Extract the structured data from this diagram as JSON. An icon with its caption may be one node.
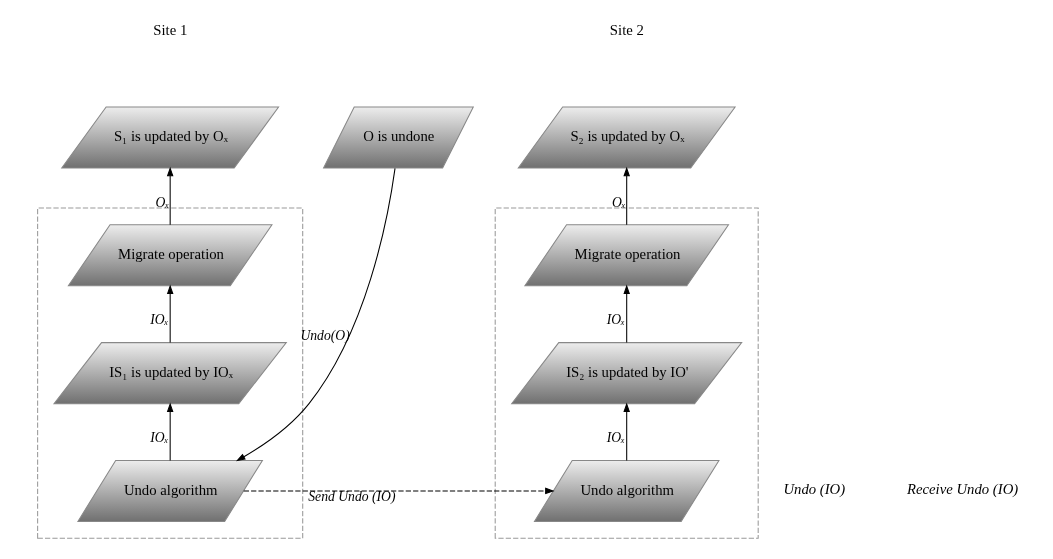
{
  "diagram": {
    "nodes": [
      {
        "text": [
          "O is undone"
        ]
      },
      {
        "text": [
          "S₁ is updated by Oₓ"
        ]
      },
      {
        "text": [],
        "shape": "box"
      },
      {
        "text": [
          "Migrate operation"
        ],
        "in": 2
      },
      {
        "text": [
          "IS₁ is updated by IOₓ"
        ],
        "in": 2
      },
      {
        "text": [
          "Undo algorithm"
        ],
        "in": 2
      },
      {
        "text": [
          "S₂ is updated by Oₓ"
        ]
      },
      {
        "text": [],
        "shape": "box"
      },
      {
        "text": [
          "Migrate operation"
        ],
        "in": 7
      },
      {
        "text": [
          "IS₂ is updated by IO'"
        ],
        "in": 7
      },
      {
        "text": [
          "Undo algorithm"
        ],
        "in": 7
      }
    ],
    "edges": [
      {
        "from": 0,
        "to": 5,
        "arrow": "to",
        "label": "Undo(O)"
      },
      {
        "from": 5,
        "to": 4,
        "arrow": "to",
        "label": "IOₓ"
      },
      {
        "from": 4,
        "to": 3,
        "arrow": "to",
        "label": "IOₓ"
      },
      {
        "from": 3,
        "to": 1,
        "arrow": "to",
        "label": "Oₓ"
      },
      {
        "from": 5,
        "to": 10,
        "arrow": "to",
        "label": "Send Undo (IO)",
        "style": "dashed"
      },
      {
        "from": 10,
        "to": 9,
        "arrow": "to",
        "label": "IOₓ"
      },
      {
        "from": 9,
        "to": 8,
        "arrow": "to",
        "label": "IOₓ"
      },
      {
        "from": 8,
        "to": 6,
        "arrow": "to",
        "label": "Oₓ"
      }
    ],
    "labels": [
      "Site 1",
      "Site 2",
      "Undo (IO)",
      "Receive Undo (IO)"
    ]
  }
}
